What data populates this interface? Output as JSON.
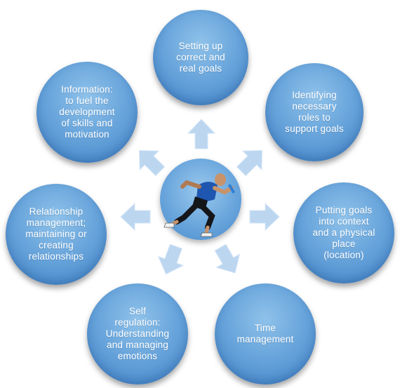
{
  "diagram": {
    "center_image": "sprinter-with-baton",
    "colors": {
      "circle": "#6aa6dc",
      "circle_dark": "#3f82c8",
      "arrow": "#bcd6f0",
      "text": "#ffffff"
    },
    "nodes": [
      {
        "id": "goals",
        "label": "Setting up\ncorrect and\nreal goals"
      },
      {
        "id": "roles",
        "label": "Identifying\nnecessary\nroles to\nsupport goals"
      },
      {
        "id": "context",
        "label": "Putting goals\ninto context\nand a physical\nplace\n(location)"
      },
      {
        "id": "time",
        "label": "Time\nmanagement"
      },
      {
        "id": "self",
        "label": "Self\nregulation:\nUnderstanding\nand managing\nemotions"
      },
      {
        "id": "relationship",
        "label": "Relationship\nmanagement;\nmaintaining or\ncreating\nrelationships"
      },
      {
        "id": "information",
        "label": "Information:\nto fuel the\ndevelopment\nof skills and\nmotivation"
      }
    ]
  }
}
